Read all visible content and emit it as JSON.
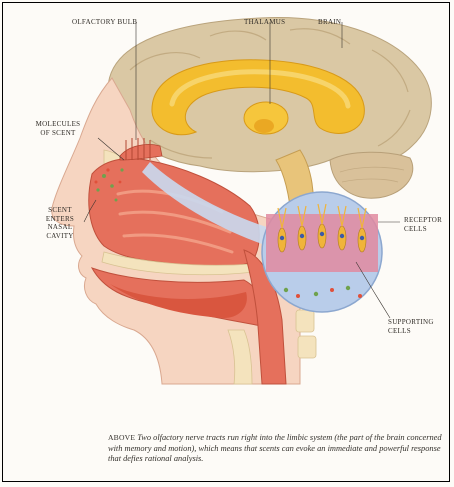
{
  "labels": {
    "olfactory_bulb": "OLFACTORY BULB",
    "thalamus": "THALAMUS",
    "brain": "BRAIN",
    "molecules_line1": "MOLECULES",
    "molecules_line2": "OF SCENT",
    "scent_line1": "SCENT",
    "scent_line2": "ENTERS",
    "scent_line3": "NASAL",
    "scent_line4": "CAVITY",
    "receptor_line1": "RECEPTOR",
    "receptor_line2": "CELLS",
    "supporting_line1": "SUPPORTING",
    "supporting_line2": "CELLS"
  },
  "caption": {
    "lead": "ABOVE",
    "body": "Two olfactory nerve tracts run right into the limbic system (the part of the brain concerned with memory and motion), which means that scents can evoke an immediate and powerful response that defies rational analysis."
  },
  "colors": {
    "brain_outer": "#dac8a4",
    "limbic_yellow": "#f3bd2e",
    "tissue_red": "#e5705c",
    "skin_peach": "#f6d5c1",
    "bone_cream": "#f4e3bd",
    "magnifier_blue": "#b9cdea"
  }
}
